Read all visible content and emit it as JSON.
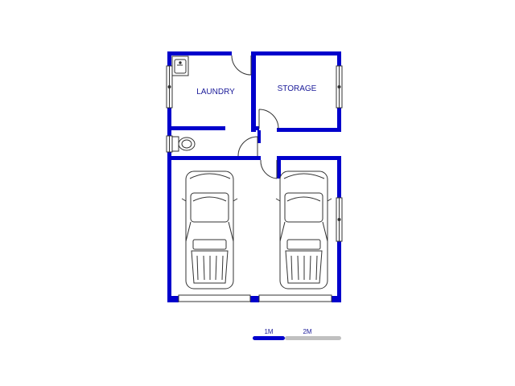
{
  "rooms": {
    "laundry": "LAUNDRY",
    "storage": "STORAGE"
  },
  "scale_bar": {
    "label_1": "1M",
    "label_2": "2M"
  },
  "colors": {
    "wall": "#0000cc",
    "text": "#1a1a99",
    "scale_light": "#c0c0c0",
    "outline": "#333333"
  }
}
